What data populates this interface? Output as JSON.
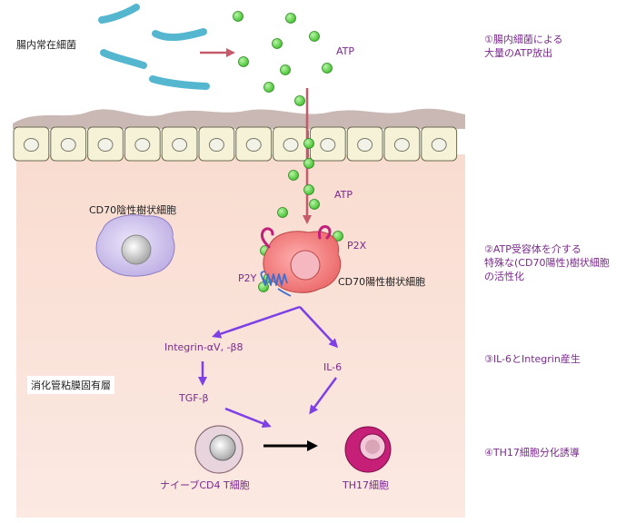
{
  "labels": {
    "commensal_bacteria": "腸内常在細菌",
    "atp_top": "ATP",
    "atp_mid": "ATP",
    "cd70_negative_dc": "CD70陰性樹状細胞",
    "cd70_positive_dc": "CD70陽性樹状細胞",
    "p2x": "P2X",
    "p2y": "P2Y",
    "integrin": "Integrin-αV, -β8",
    "il6": "IL-6",
    "tgf": "TGF-β",
    "lamina_propria": "消化管粘膜固有層",
    "naive_t": "ナイーブCD4 T細胞",
    "th17": "TH17細胞"
  },
  "steps": [
    {
      "line1": "①腸内細菌による",
      "line2": "大量のATP放出",
      "line3": ""
    },
    {
      "line1": "②ATP受容体を介する",
      "line2": "特殊な(CD70陽性)樹状細胞",
      "line3": "の活性化"
    },
    {
      "line1": "③IL-6とIntegrin産生",
      "line2": "",
      "line3": ""
    },
    {
      "line1": "④TH17細胞分化誘導",
      "line2": "",
      "line3": ""
    }
  ],
  "colors": {
    "tissue": "#f6d2c4",
    "bacteria": "#55b7cf",
    "atp": "#5fd34a",
    "arrow_purple": "#7d3fe6",
    "arrow_red": "#c75a6a",
    "dc_positive": "#f07070",
    "dc_negative": "#c9bde8",
    "th17": "#c61f78",
    "naive": "#e8d4dc",
    "step_text": "#7a2a8c"
  }
}
